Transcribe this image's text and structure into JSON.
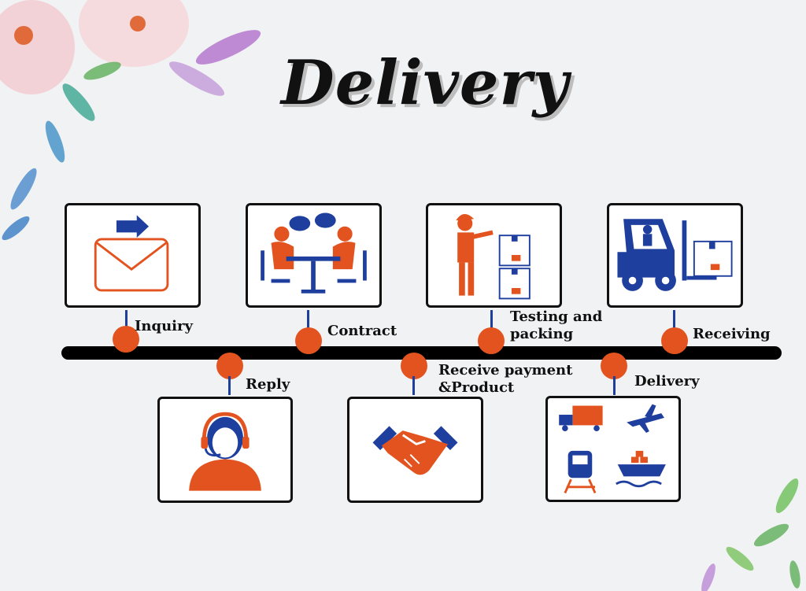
{
  "title": "Delivery",
  "steps": [
    {
      "label": "Inquiry",
      "icon": "envelope-icon"
    },
    {
      "label": "Reply",
      "icon": "headset-operator-icon"
    },
    {
      "label": "Contract",
      "icon": "meeting-icon"
    },
    {
      "label": "Receive payment &Product",
      "icon": "handshake-icon"
    },
    {
      "label": "Testing and packing",
      "icon": "worker-boxes-icon"
    },
    {
      "label": "Delivery",
      "icon": "transport-modes-icon"
    },
    {
      "label": "Receiving",
      "icon": "forklift-icon"
    }
  ],
  "colors": {
    "accent": "#e2531f",
    "secondary": "#1f3f9e",
    "line": "#000000"
  }
}
